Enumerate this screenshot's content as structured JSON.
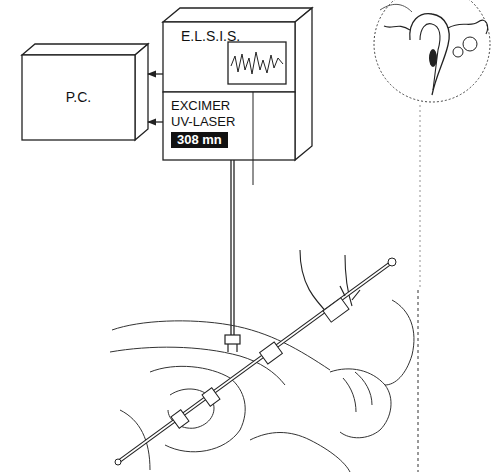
{
  "diagram": {
    "nodes": [
      {
        "text": [
          "E.L.S.I.S."
        ]
      },
      {
        "text": [
          "EXCIMER UV-LASER",
          "308 mn"
        ]
      },
      {
        "text": [
          "P.C."
        ]
      }
    ],
    "edges": [
      {
        "from": 0,
        "to": 2,
        "arrow": "to"
      },
      {
        "from": 1,
        "to": 2,
        "arrow": "to"
      }
    ]
  }
}
